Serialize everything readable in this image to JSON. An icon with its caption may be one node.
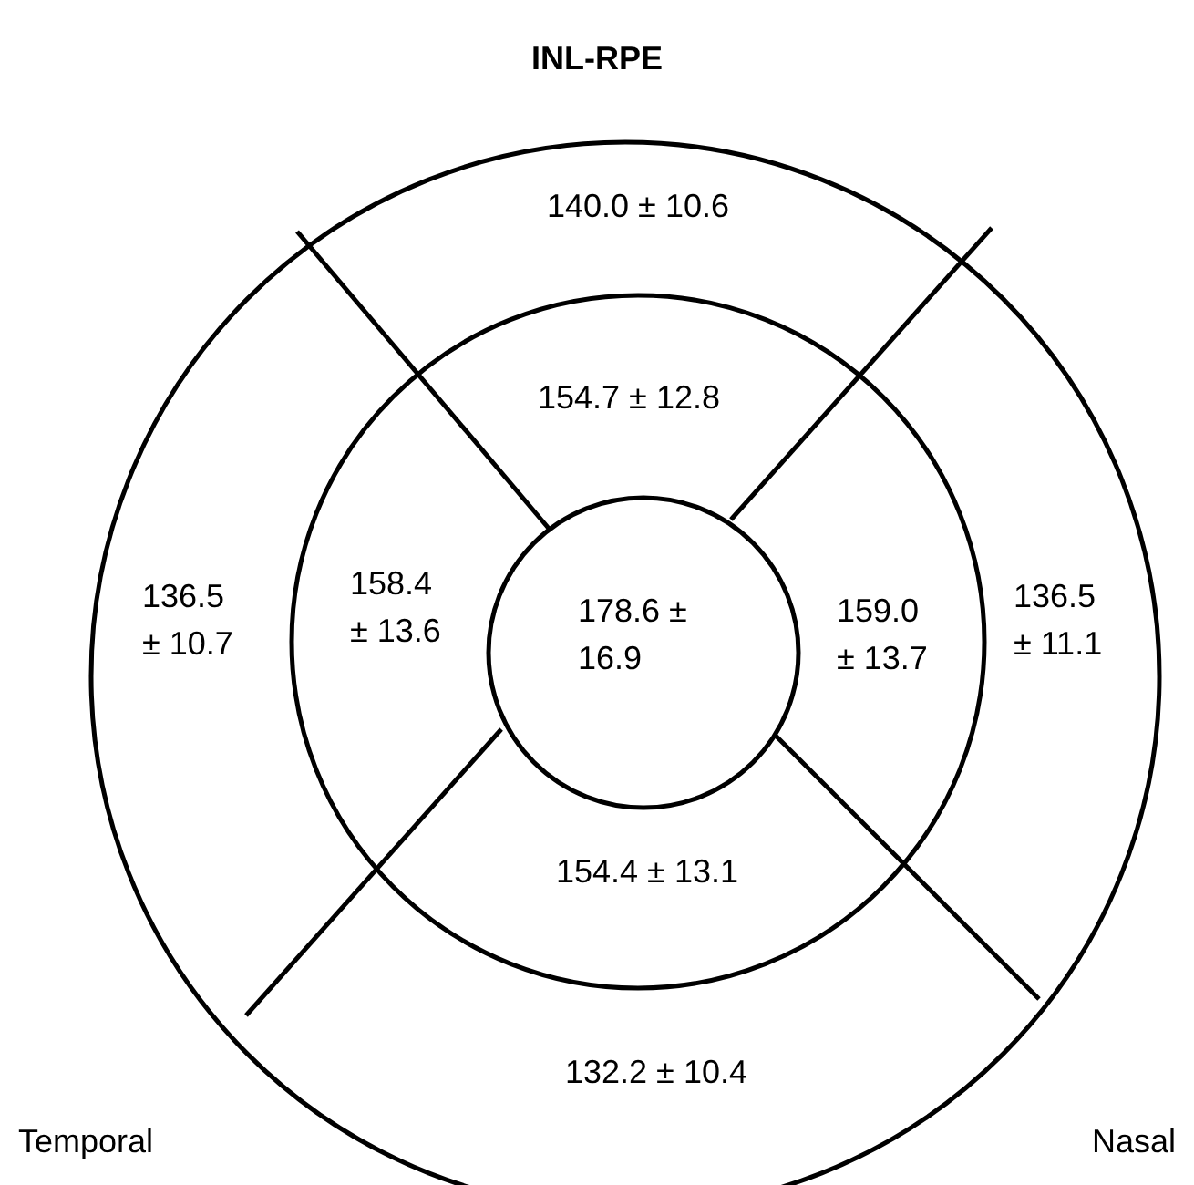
{
  "diagram": {
    "title": "INL-RPE",
    "nodes": [
      {
        "text": [
          "140.0 ± 10.6"
        ]
      },
      {
        "text": [
          "154.7 ± 12.8"
        ]
      },
      {
        "text": [
          "136.5 ± 10.7"
        ]
      },
      {
        "text": [
          "158.4 ± 13.6"
        ]
      },
      {
        "text": [
          "178.6 ± 16.9"
        ]
      },
      {
        "text": [
          "159.0 ± 13.7"
        ]
      },
      {
        "text": [
          "136.5 ± 11.1"
        ]
      },
      {
        "text": [
          "154.4 ± 13.1"
        ]
      },
      {
        "text": [
          "132.2 ± 10.4"
        ]
      }
    ],
    "labels": [
      "Temporal",
      "Nasal"
    ]
  }
}
